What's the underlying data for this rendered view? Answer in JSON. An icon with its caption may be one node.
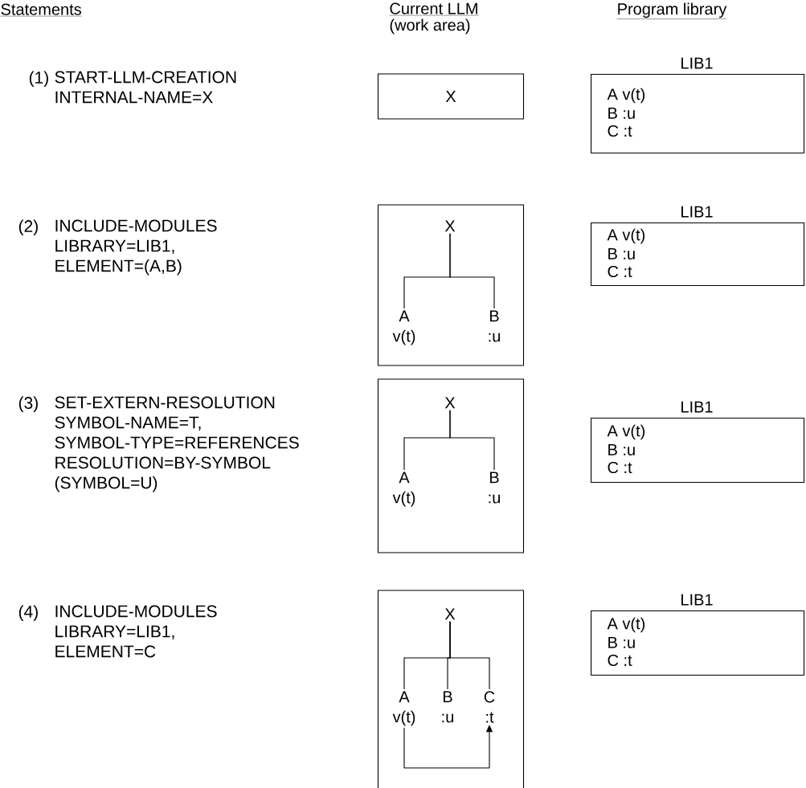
{
  "diagram": {
    "nodes": [
      {
        "text": [
          "X"
        ]
      },
      {
        "text": [
          "LIB1",
          "A v(t)",
          "B :u",
          "C :t"
        ]
      },
      {
        "text": [],
        "shape": "box"
      },
      {
        "text": [
          "X"
        ],
        "in": 2
      },
      {
        "text": [
          "A",
          "v(t)"
        ],
        "in": 2
      },
      {
        "text": [
          "B",
          ":u"
        ],
        "in": 2
      },
      {
        "text": [
          "LIB1",
          "A v(t)",
          "B :u",
          "C :t"
        ]
      },
      {
        "text": [],
        "shape": "box"
      },
      {
        "text": [
          "X"
        ],
        "in": 7
      },
      {
        "text": [
          "A",
          "v(t)"
        ],
        "in": 7
      },
      {
        "text": [
          "B",
          ":u"
        ],
        "in": 7
      },
      {
        "text": [
          "LIB1",
          "A v(t)",
          "B :u",
          "C :t"
        ]
      },
      {
        "text": [],
        "shape": "box"
      },
      {
        "text": [
          "X"
        ],
        "in": 12
      },
      {
        "text": [
          "A",
          "v(t)"
        ],
        "in": 12
      },
      {
        "text": [
          "B",
          ":u"
        ],
        "in": 12
      },
      {
        "text": [
          "C",
          ":t"
        ],
        "in": 12
      },
      {
        "text": [
          "LIB1",
          "A v(t)",
          "B :u",
          "C :t"
        ]
      }
    ],
    "edges": [
      {
        "from": 3,
        "to": 4,
        "arrow": "none"
      },
      {
        "from": 3,
        "to": 5,
        "arrow": "none"
      },
      {
        "from": 8,
        "to": 9,
        "arrow": "none"
      },
      {
        "from": 8,
        "to": 10,
        "arrow": "none"
      },
      {
        "from": 13,
        "to": 14,
        "arrow": "none"
      },
      {
        "from": 13,
        "to": 15,
        "arrow": "none"
      },
      {
        "from": 13,
        "to": 16,
        "arrow": "none"
      },
      {
        "from": 14,
        "to": 16,
        "arrow": "to"
      }
    ],
    "labels": [
      "Statements",
      "Current LLM",
      "Program library",
      "(work area)",
      "(1)",
      "START-LLM-CREATION INTERNAL-NAME=X",
      "(2)",
      "INCLUDE-MODULES LIBRARY=LIB1, ELEMENT=(A,B)",
      "(3)",
      "SET-EXTERN-RESOLUTION SYMBOL-NAME=T, SYMBOL-TYPE=REFERENCES RESOLUTION=BY-SYMBOL (SYMBOL=U)",
      "(4)",
      "INCLUDE-MODULES LIBRARY=LIB1, ELEMENT=C"
    ]
  }
}
